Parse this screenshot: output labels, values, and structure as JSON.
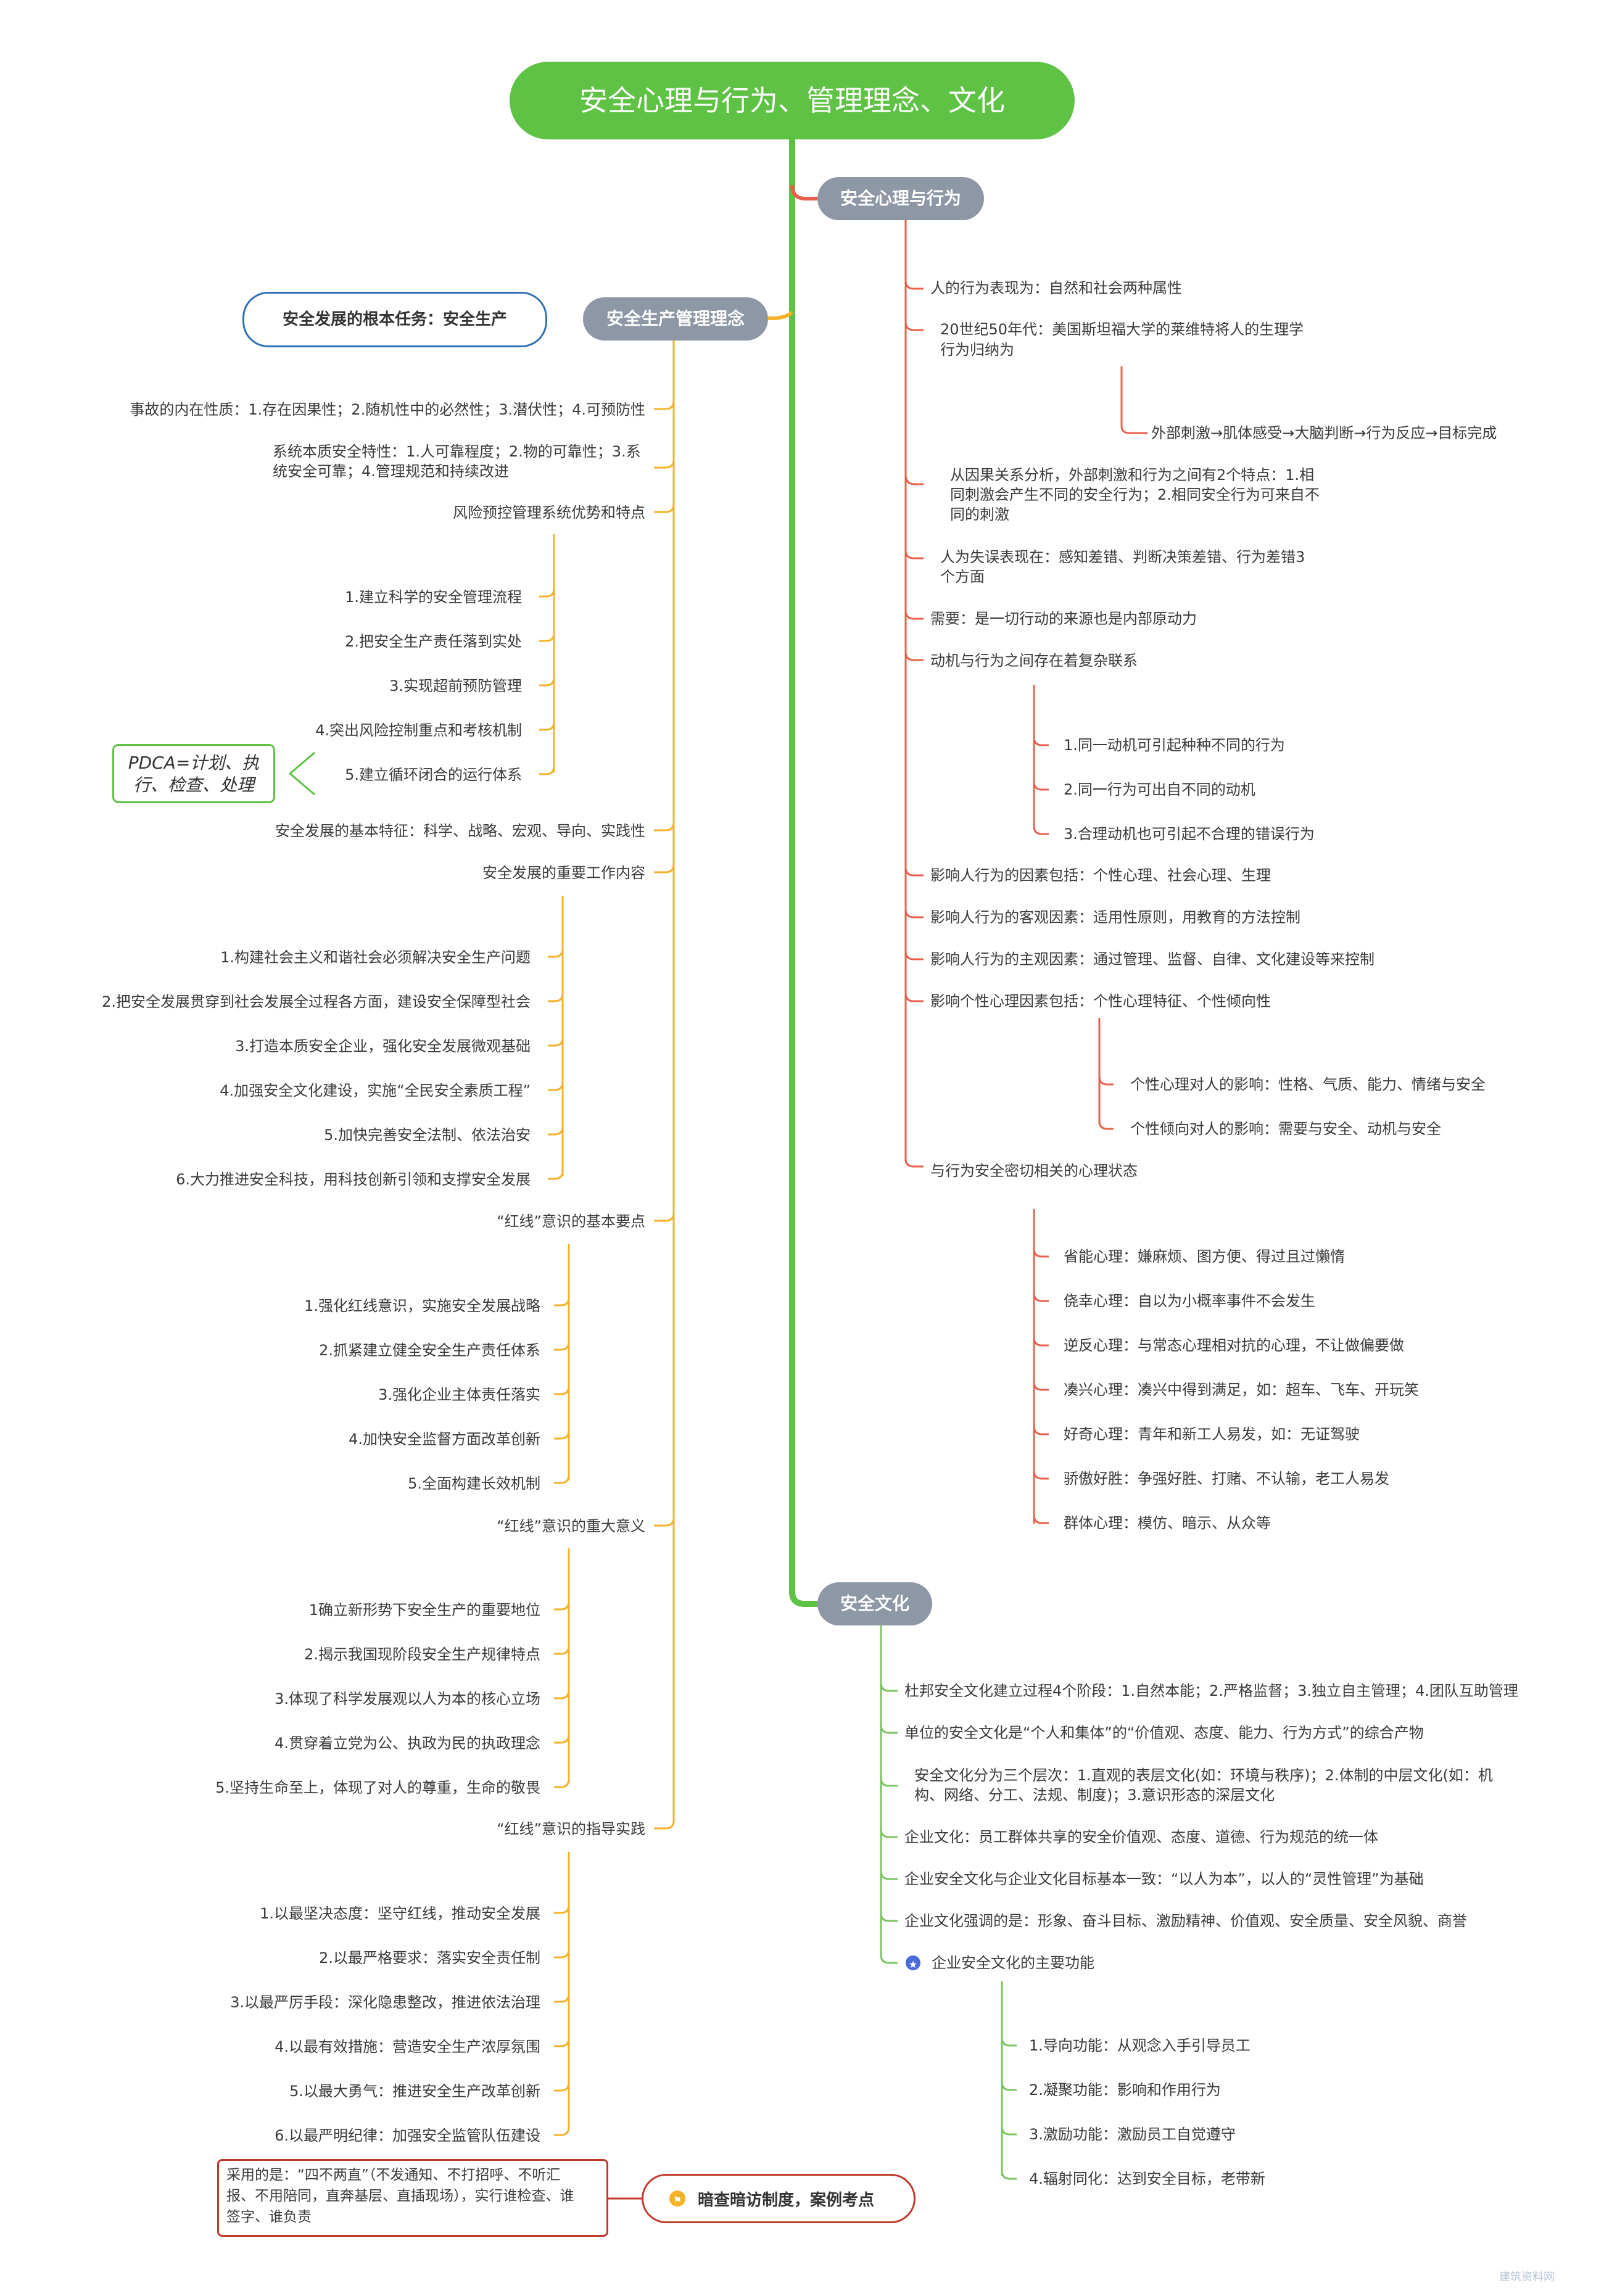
{
  "title": "安全心理与行为、管理理念、文化",
  "colors": {
    "root": "#5ec244",
    "branch": "#8e97a6",
    "left_line": "#f5b228",
    "right_line": "#e8604c",
    "culture_line": "#7ac462"
  },
  "left": {
    "label": "安全生产管理理念",
    "callout": "安全发展的根本任务：安全生产",
    "items": {
      "s1": "事故的内在性质：1.存在因果性；2.随机性中的必然性；3.潜伏性；4.可预防性",
      "s2a": "系统本质安全特性：1.人可靠程度；2.物的可靠性；3.系",
      "s2b": "统安全可靠；4.管理规范和持续改进",
      "s3": "风险预控管理系统优势和特点",
      "s3c": [
        "1.建立科学的安全管理流程",
        "2.把安全生产责任落到实处",
        "3.实现超前预防管理",
        "4.突出风险控制重点和考核机制",
        "5.建立循环闭合的运行体系"
      ],
      "pdca_a": "PDCA=计划、执",
      "pdca_b": "行、检查、处理",
      "s4": "安全发展的基本特征：科学、战略、宏观、导向、实践性",
      "s5": "安全发展的重要工作内容",
      "s5c": [
        "1.构建社会主义和谐社会必须解决安全生产问题",
        "2.把安全发展贯穿到社会发展全过程各方面，建设安全保障型社会",
        "3.打造本质安全企业，强化安全发展微观基础",
        "4.加强安全文化建设，实施“全民安全素质工程”",
        "5.加快完善安全法制、依法治安",
        "6.大力推进安全科技，用科技创新引领和支撑安全发展"
      ],
      "s6": "“红线”意识的基本要点",
      "s6c": [
        "1.强化红线意识，实施安全发展战略",
        "2.抓紧建立健全安全生产责任体系",
        "3.强化企业主体责任落实",
        "4.加快安全监督方面改革创新",
        "5.全面构建长效机制"
      ],
      "s7": "“红线”意识的重大意义",
      "s7c": [
        "1确立新形势下安全生产的重要地位",
        "2.揭示我国现阶段安全生产规律特点",
        "3.体现了科学发展观以人为本的核心立场",
        "4.贯穿着立党为公、执政为民的执政理念",
        "5.坚持生命至上，体现了对人的尊重，生命的敬畏"
      ],
      "s8": "“红线”意识的指导实践",
      "s8c": [
        "1.以最坚决态度：坚守红线，推动安全发展",
        "2.以最严格要求：落实安全责任制",
        "3.以最严厉手段：深化隐患整改，推进依法治理",
        "4.以最有效措施：营造安全生产浓厚氛围",
        "5.以最大勇气：推进安全生产改革创新",
        "6.以最严明纪律：加强安全监管队伍建设"
      ]
    },
    "bottom_label": "暗查暗访制度，案例考点",
    "bottom_note": [
      "采用的是：“四不两直”（不发通知、不打招呼、不听汇",
      "报、不用陪同，直奔基层、直插现场），实行谁检查、谁",
      "签字、谁负责"
    ]
  },
  "right": {
    "label": "安全心理与行为",
    "items": {
      "r1": "人的行为表现为：自然和社会两种属性",
      "r2a": "20世纪50年代：美国斯坦福大学的莱维特将人的生理学",
      "r2b": "行为归纳为",
      "r2c": "外部刺激→肌体感受→大脑判断→行为反应→目标完成",
      "r3": [
        "从因果关系分析，外部刺激和行为之间有2个特点：1.相",
        "同刺激会产生不同的安全行为；2.相同安全行为可来自不",
        "同的刺激"
      ],
      "r4": [
        "人为失误表现在：感知差错、判断决策差错、行为差错3",
        "个方面"
      ],
      "r5": "需要：是一切行动的来源也是内部原动力",
      "r6": "动机与行为之间存在着复杂联系",
      "r6c": [
        "1.同一动机可引起种种不同的行为",
        "2.同一行为可出自不同的动机",
        "3.合理动机也可引起不合理的错误行为"
      ],
      "r7": "影响人行为的因素包括：个性心理、社会心理、生理",
      "r8": "影响人行为的客观因素：适用性原则，用教育的方法控制",
      "r9": "影响人行为的主观因素：通过管理、监督、自律、文化建设等来控制",
      "r10": "影响个性心理因素包括：个性心理特征、个性倾向性",
      "r10c": [
        "个性心理对人的影响：性格、气质、能力、情绪与安全",
        "个性倾向对人的影响：需要与安全、动机与安全"
      ],
      "r11": "与行为安全密切相关的心理状态",
      "r11c": [
        "省能心理：嫌麻烦、图方便、得过且过懒惰",
        "侥幸心理：自以为小概率事件不会发生",
        "逆反心理：与常态心理相对抗的心理，不让做偏要做",
        "凑兴心理：凑兴中得到满足，如：超车、飞车、开玩笑",
        "好奇心理：青年和新工人易发，如：无证驾驶",
        "骄傲好胜：争强好胜、打赌、不认输，老工人易发",
        "群体心理：模仿、暗示、从众等"
      ]
    }
  },
  "culture": {
    "label": "安全文化",
    "items": {
      "c1": "杜邦安全文化建立过程4个阶段：1.自然本能；2.严格监督；3.独立自主管理；4.团队互助管理",
      "c2": "单位的安全文化是“个人和集体”的“价值观、态度、能力、行为方式”的综合产物",
      "c3": [
        "安全文化分为三个层次：1.直观的表层文化(如：环境与秩序)；2.体制的中层文化(如：机",
        "构、网络、分工、法规、制度)；3.意识形态的深层文化"
      ],
      "c4": "企业文化：员工群体共享的安全价值观、态度、道德、行为规范的统一体",
      "c5": "企业安全文化与企业文化目标基本一致：“以人为本”，以人的“灵性管理”为基础",
      "c6": "企业文化强调的是：形象、奋斗目标、激励精神、价值观、安全质量、安全风貌、商誉",
      "c7": "企业安全文化的主要功能",
      "c7c": [
        "1.导向功能：从观念入手引导员工",
        "2.凝聚功能：影响和作用行为",
        "3.激励功能：激励员工自觉遵守",
        "4.辐射同化：达到安全目标，老带新"
      ]
    }
  },
  "watermark": "建筑资料网"
}
